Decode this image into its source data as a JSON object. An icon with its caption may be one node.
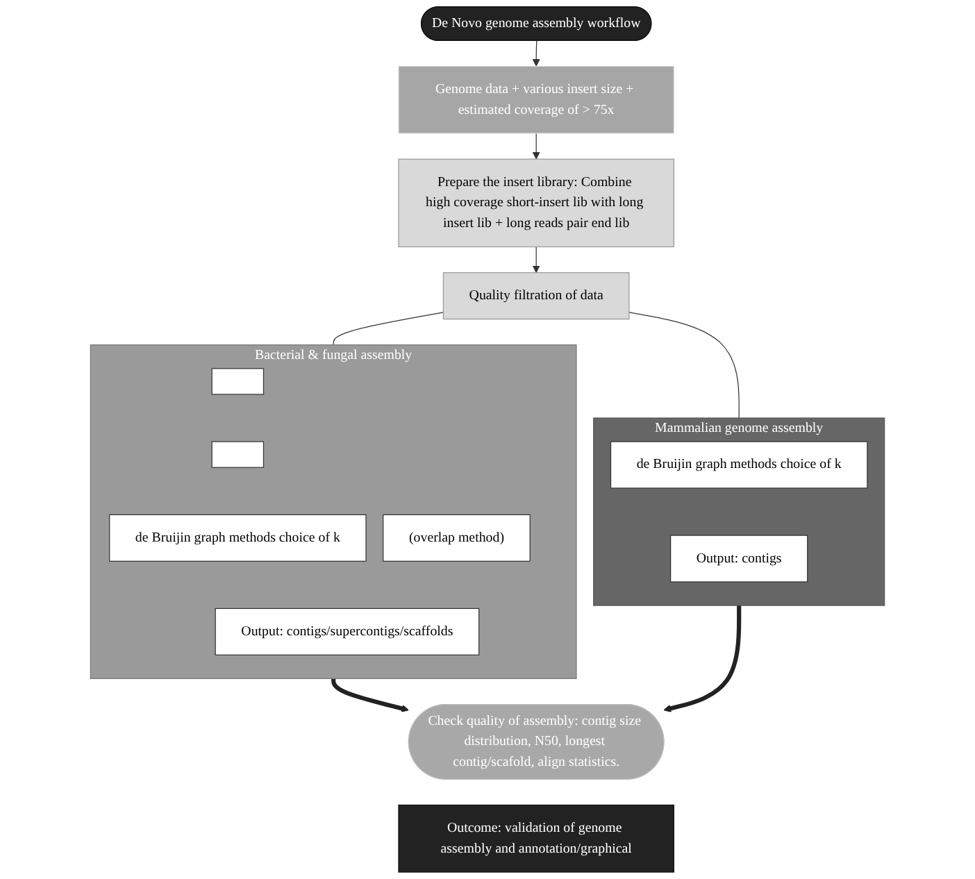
{
  "diagram": {
    "nodes": [
      {
        "text": [
          "De Novo genome assembly workflow"
        ]
      },
      {
        "text": [
          "Genome data + various insert size + estimated coverage of > 75x"
        ]
      },
      {
        "text": [
          "Prepare the insert library: Combine high coverage short-insert lib with long insert lib + long reads pair end lib"
        ]
      },
      {
        "text": [
          "Quality filtration of data"
        ]
      },
      {
        "text": [
          "Bacterial & fungal assembly"
        ]
      },
      {
        "text": [],
        "shape": "box",
        "in": 4
      },
      {
        "text": [],
        "shape": "box",
        "in": 4
      },
      {
        "text": [
          "de Bruijin graph methods choice of k"
        ],
        "in": 4
      },
      {
        "text": [
          "(overlap method)"
        ],
        "in": 4
      },
      {
        "text": [
          "Output: contigs/supercontigs/scaffolds"
        ],
        "in": 4
      },
      {
        "text": [
          "Mammalian genome assembly"
        ]
      },
      {
        "text": [
          "de Bruijin graph methods choice of k"
        ],
        "in": 10
      },
      {
        "text": [
          "Output: contigs"
        ],
        "in": 10
      },
      {
        "text": [
          "Check quality of assembly: contig size distribution, N50, longest contig/scafold, align statistics."
        ]
      },
      {
        "text": [
          "Outcome: validation of genome assembly and annotation/graphical"
        ]
      }
    ],
    "edges": [
      {
        "from": 0,
        "to": 1,
        "arrow": "to"
      },
      {
        "from": 1,
        "to": 2,
        "arrow": "to"
      },
      {
        "from": 2,
        "to": 3,
        "arrow": "to"
      },
      {
        "from": 3,
        "to": 4,
        "arrow": "none"
      },
      {
        "from": 3,
        "to": 10,
        "arrow": "none"
      },
      {
        "from": 4,
        "to": 13,
        "arrow": "to",
        "style": "thick"
      },
      {
        "from": 10,
        "to": 13,
        "arrow": "to",
        "style": "thick"
      }
    ]
  }
}
